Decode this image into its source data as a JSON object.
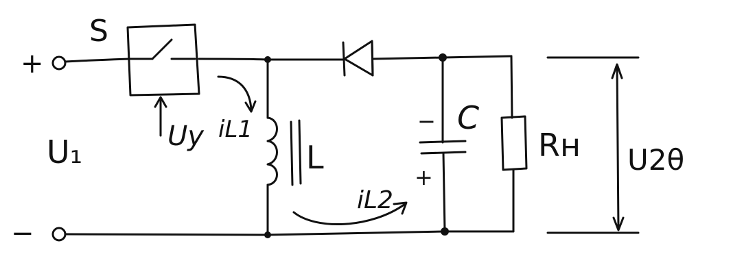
{
  "diagram": {
    "ink_color": "#111111",
    "background_color": "#ffffff",
    "labels": {
      "switch": "S",
      "input_plus": "+",
      "input_minus": "−",
      "input_voltage": "U₁",
      "control_voltage": "Uy",
      "inductor": "L",
      "inductor_current_1": "iL1",
      "inductor_current_2": "iL2",
      "capacitor": "C",
      "cap_minus": "−",
      "cap_plus": "+",
      "load": "Rн",
      "output_voltage": "U2θ"
    }
  }
}
